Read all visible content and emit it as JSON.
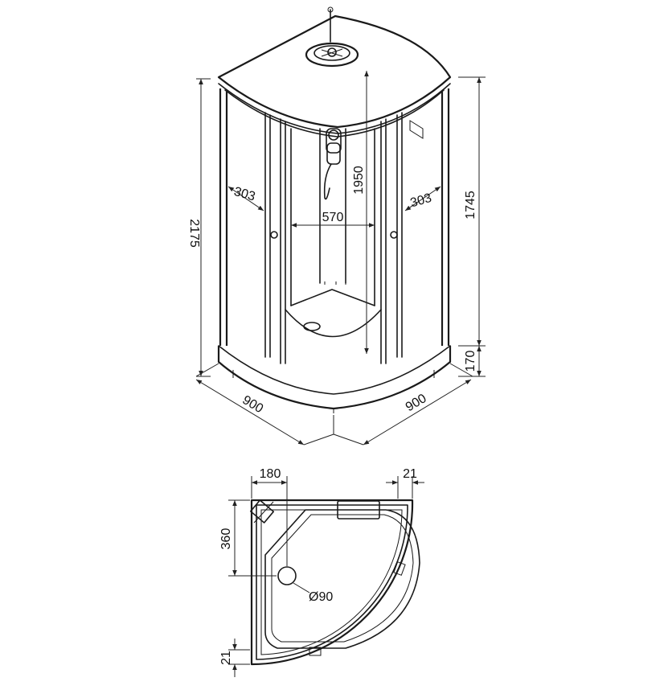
{
  "front_view": {
    "height_total": "2175",
    "height_cabin": "1745",
    "height_tray": "170",
    "height_inner": "1950",
    "width_back": "570",
    "door_left": "303",
    "door_right": "303",
    "depth_left": "900",
    "depth_right": "900"
  },
  "plan_view": {
    "drain_offset_x": "180",
    "drain_offset_y": "360",
    "edge_right": "21",
    "edge_bottom": "21",
    "drain_diameter": "Ø90"
  }
}
